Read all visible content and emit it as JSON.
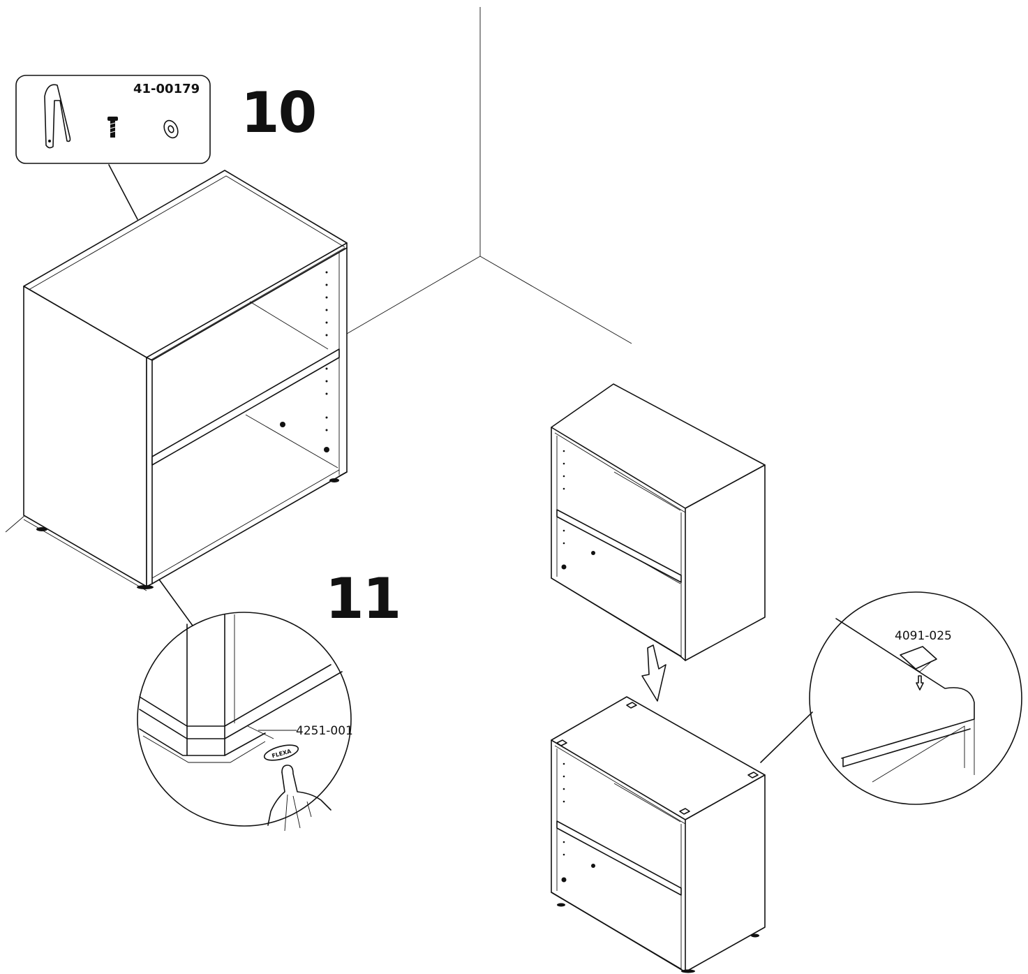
{
  "steps": {
    "step_10": "10",
    "step_11": "11"
  },
  "parts": {
    "hardware_kit": "41-00179",
    "flexa_pad": "4251-001",
    "felt_pad": "4091-025",
    "pad_brand": "FLEXA"
  },
  "icons": {
    "strap": "wall-strap-icon",
    "screw": "screw-icon",
    "washer": "washer-icon",
    "hand": "hand-press-icon",
    "arrow": "down-arrow-icon"
  },
  "colors": {
    "line": "#111111",
    "background": "#ffffff"
  }
}
